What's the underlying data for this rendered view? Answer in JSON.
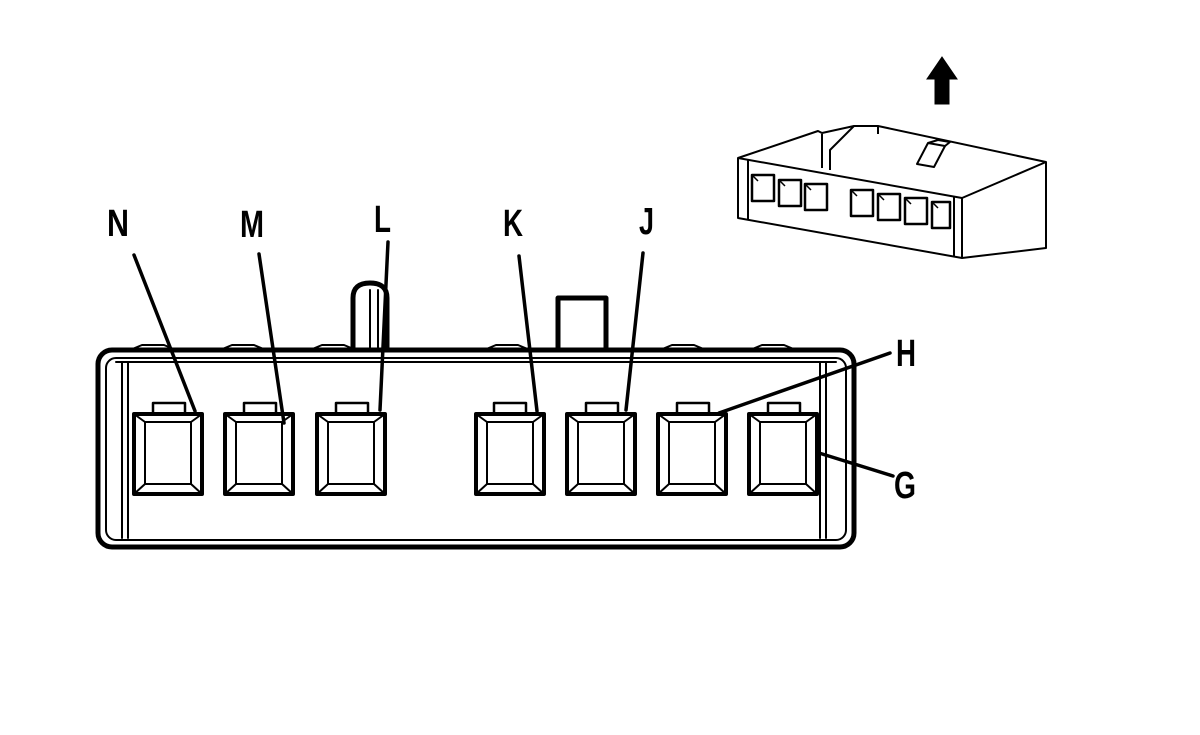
{
  "connector": {
    "pins": [
      {
        "id": "N",
        "label": "N"
      },
      {
        "id": "M",
        "label": "M"
      },
      {
        "id": "L",
        "label": "L"
      },
      {
        "id": "K",
        "label": "K"
      },
      {
        "id": "J",
        "label": "J"
      },
      {
        "id": "H",
        "label": "H"
      },
      {
        "id": "G",
        "label": "G"
      }
    ]
  },
  "colors": {
    "stroke": "#000000",
    "background": "#ffffff"
  },
  "icons": {
    "orientation_arrow": "arrow-up-icon"
  }
}
